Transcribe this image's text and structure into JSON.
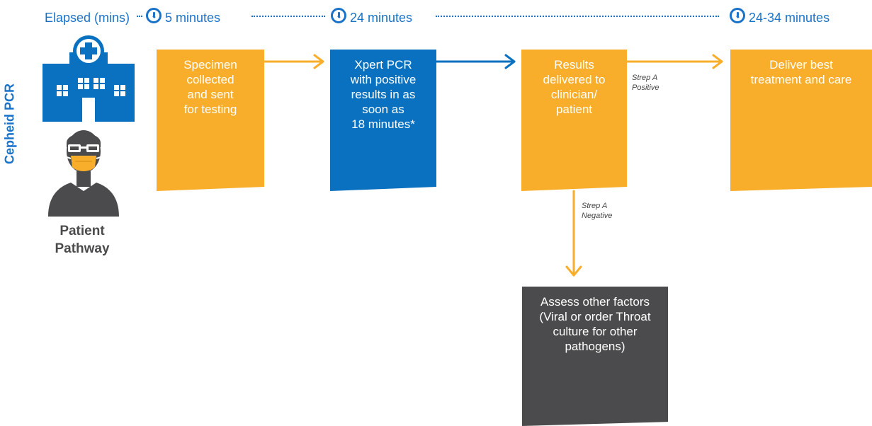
{
  "timeline": {
    "label": "Elapsed (mins)",
    "times": [
      "5 minutes",
      "24 minutes",
      "24-34 minutes"
    ]
  },
  "side_label": "Cepheid PCR",
  "pathway_label": {
    "line1": "Patient",
    "line2": "Pathway"
  },
  "steps": [
    {
      "lines": [
        "Specimen",
        "collected",
        "and sent",
        "for testing"
      ]
    },
    {
      "lines": [
        "Xpert PCR",
        "with positive",
        "results in as",
        "soon as",
        "18 minutes*"
      ]
    },
    {
      "lines": [
        "Results",
        "delivered to",
        "clinician/",
        "patient"
      ]
    },
    {
      "lines": [
        "Deliver best",
        "treatment and care"
      ]
    },
    {
      "lines": [
        "Assess other factors",
        "(Viral or order Throat",
        "culture for other",
        "pathogens)"
      ]
    }
  ],
  "branches": {
    "positive": {
      "line1": "Strep A",
      "line2": "Positive"
    },
    "negative": {
      "line1": "Strep A",
      "line2": "Negative"
    }
  },
  "icons": {
    "hospital": "hospital-building-icon",
    "patient": "masked-patient-icon",
    "clock": "clock-icon"
  },
  "colors": {
    "blue": "#0a71c0",
    "timeline_blue": "#1a73c8",
    "orange": "#f9ae2b",
    "gray": "#4b4b4d"
  }
}
